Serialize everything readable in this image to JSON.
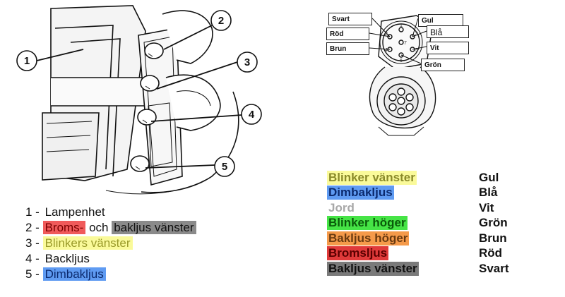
{
  "callouts": [
    "1",
    "2",
    "3",
    "4",
    "5"
  ],
  "legend": [
    {
      "prefix": "1 - ",
      "parts": [
        {
          "text": "Lampenhet",
          "bg": "",
          "color": "#111111"
        }
      ]
    },
    {
      "prefix": "2 - ",
      "parts": [
        {
          "text": "Broms-",
          "bg": "#f05a5a",
          "color": "#7a0000"
        },
        {
          "text": " och ",
          "bg": "",
          "color": "#111111"
        },
        {
          "text": "bakljus vänster",
          "bg": "#8a8a8a",
          "color": "#111111"
        }
      ]
    },
    {
      "prefix": "3 - ",
      "parts": [
        {
          "text": "Blinkers vänster",
          "bg": "#fafa9a",
          "color": "#9a9a2a"
        }
      ]
    },
    {
      "prefix": "4 - ",
      "parts": [
        {
          "text": "Backljus",
          "bg": "",
          "color": "#111111"
        }
      ]
    },
    {
      "prefix": "5 - ",
      "parts": [
        {
          "text": "Dimbakljus",
          "bg": "#5f9bf2",
          "color": "#0b2a6e"
        }
      ]
    }
  ],
  "pin_labels": [
    "Svart",
    "Gul",
    "Röd",
    "Blå",
    "Brun",
    "Vit",
    "Grön"
  ],
  "pin_numbers": [
    "1",
    "2",
    "3",
    "4",
    "5",
    "6",
    "7"
  ],
  "color_map": [
    {
      "function": "Blinker vänster",
      "bg": "#fafa9a",
      "fg": "#8a8a2a",
      "wire": "Gul"
    },
    {
      "function": "Dimbakljus",
      "bg": "#5f9bf2",
      "fg": "#0b2a6e",
      "wire": "Blå"
    },
    {
      "function": "Jord",
      "bg": "#ffffff",
      "fg": "#a8a8a8",
      "wire": "Vit"
    },
    {
      "function": "Blinker höger",
      "bg": "#46e446",
      "fg": "#0a5a0a",
      "wire": "Grön"
    },
    {
      "function": "Bakljus höger",
      "bg": "#f59a4a",
      "fg": "#6a3a10",
      "wire": "Brun"
    },
    {
      "function": "Bromsljus",
      "bg": "#e03a3a",
      "fg": "#5a0000",
      "wire": "Röd"
    },
    {
      "function": "Bakljus vänster",
      "bg": "#7a7a7a",
      "fg": "#111111",
      "wire": "Svart"
    }
  ]
}
